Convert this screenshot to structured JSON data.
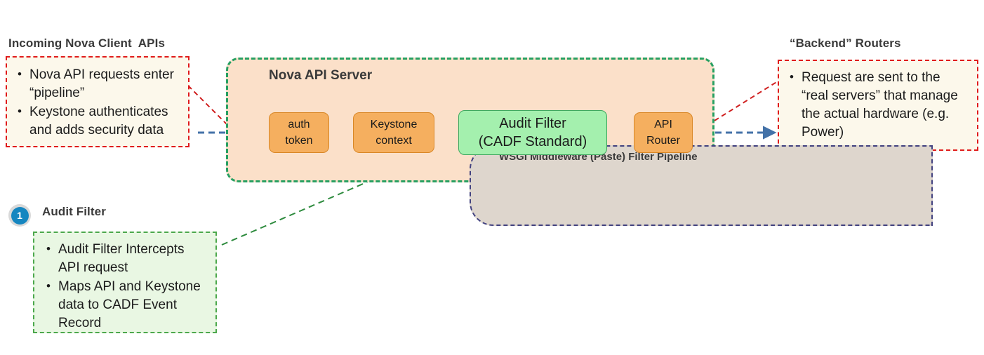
{
  "headings": {
    "incoming": "Incoming Nova Client  APIs",
    "backend": "“Backend” Routers",
    "audit_callout": "Audit Filter"
  },
  "boxes": {
    "incoming": {
      "bullets": [
        "Nova API requests enter “pipeline”",
        "Keystone authenticates and adds security data"
      ]
    },
    "backend": {
      "bullets": [
        "Request are sent to the “real servers” that manage the actual hardware (e.g. Power)"
      ]
    },
    "audit_note": {
      "bullets": [
        "Audit Filter Intercepts API request",
        "Maps API and Keystone data to CADF Event Record"
      ]
    }
  },
  "server": {
    "title": "Nova API Server",
    "pipeline_title": "WSGI Middleware (Paste) Filter Pipeline",
    "stages": [
      {
        "name": "auth-token",
        "line1": "auth",
        "line2": "token",
        "color": "#F5AF5F"
      },
      {
        "name": "keystone-context",
        "line1": "Keystone",
        "line2": "context",
        "color": "#F5AF5F"
      },
      {
        "name": "audit-filter",
        "line1": "Audit Filter",
        "line2": "(CADF Standard)",
        "color": "#A4F0AE"
      },
      {
        "name": "api-router",
        "line1": "API",
        "line2": "Router",
        "color": "#F5AF5F"
      }
    ]
  },
  "badge": {
    "number": "1"
  },
  "colors": {
    "server_border": "#27A062",
    "server_fill": "#FBE0C9",
    "pipeline_border": "#41417F",
    "pipeline_fill": "#DED6CD",
    "callout_red": "#E01B1B",
    "callout_cream": "#FCF8EB",
    "callout_green_border": "#4CA84C",
    "callout_green_fill": "#E9F7E3",
    "arrow_blue": "#4472A8",
    "badge_blue": "#1586C0",
    "stage_orange": "#F5AF5F",
    "stage_green": "#A4F0AE"
  }
}
